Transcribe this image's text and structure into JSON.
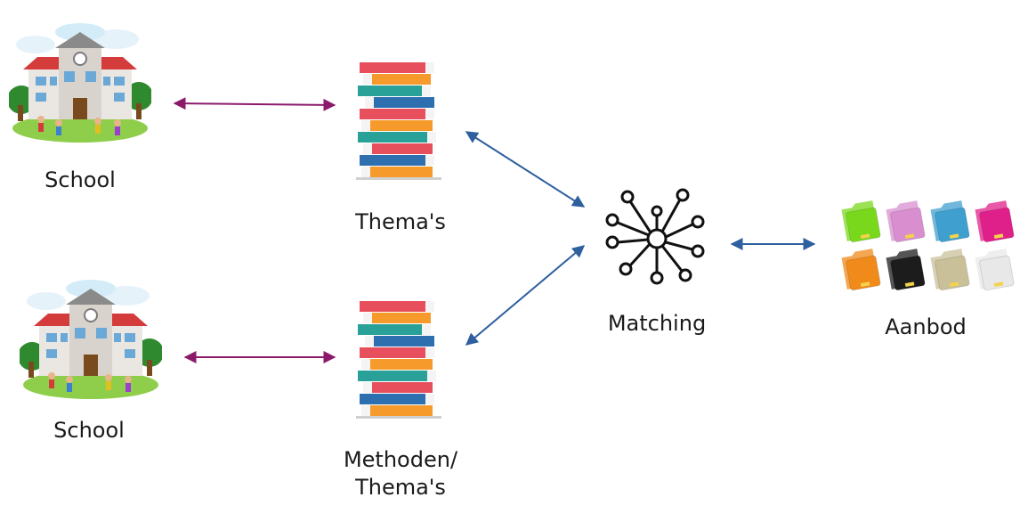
{
  "nodes": {
    "school_top": {
      "label": "School",
      "icon": "school-building-icon"
    },
    "school_bottom": {
      "label": "School",
      "icon": "school-building-icon"
    },
    "themas": {
      "label": "Thema's",
      "icon": "book-stack-icon"
    },
    "methoden": {
      "label_line1": "Methoden/",
      "label_line2": "Thema's",
      "icon": "book-stack-icon"
    },
    "matching": {
      "label": "Matching",
      "icon": "network-hub-icon"
    },
    "aanbod": {
      "label": "Aanbod",
      "icon": "colored-folders-icon"
    }
  },
  "edges": [
    {
      "from": "school_top",
      "to": "themas",
      "bidirectional": true,
      "color": "#8b1a6b"
    },
    {
      "from": "school_bottom",
      "to": "methoden",
      "bidirectional": true,
      "color": "#8b1a6b"
    },
    {
      "from": "themas",
      "to": "matching",
      "bidirectional": true,
      "color": "#2e5f9e"
    },
    {
      "from": "methoden",
      "to": "matching",
      "bidirectional": true,
      "color": "#2e5f9e"
    },
    {
      "from": "matching",
      "to": "aanbod",
      "bidirectional": true,
      "color": "#2e5f9e"
    }
  ],
  "colors": {
    "folders": [
      "#7ad81c",
      "#d98fcf",
      "#3f9fcf",
      "#e0208a",
      "#f08a1a",
      "#1c1c1c",
      "#c9c09a",
      "#e8e8e8"
    ]
  }
}
